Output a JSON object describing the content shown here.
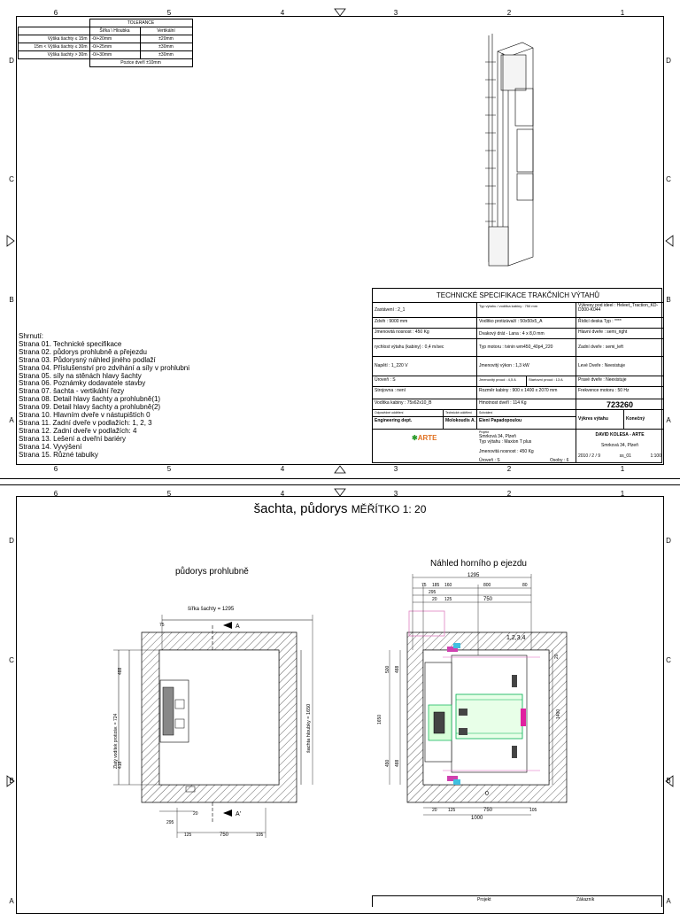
{
  "sheet1": {
    "columns": [
      "6",
      "5",
      "4",
      "3",
      "2",
      "1"
    ],
    "rows": [
      "D",
      "C",
      "B",
      "A"
    ],
    "tolerance": {
      "title": "TOLERANCE",
      "headers": [
        "",
        "Šířka \\ Hloubka",
        "Vertikální"
      ],
      "rows": [
        [
          "Výška šachty ≤ 15m",
          "-0/+20mm",
          "±20mm"
        ],
        [
          "15m < Výška šachty ≤ 30m",
          "-0/+25mm",
          "±30mm"
        ],
        [
          "Výška šachty > 30m",
          "-0/+30mm",
          "±30mm"
        ]
      ],
      "footer": "Pozice dveří ±10mm"
    },
    "summary_title": "Shrnutí:",
    "summary": [
      "Strana 01.  Technické specifikace",
      "Strana 02.  půdorys prohlubně a přejezdu",
      "Strana 03.  Půdorysný náhled jiného podlaží",
      "Strana 04.  Příslušenství pro zdvihání a síly v prohlubni",
      "Strana 05.  síly na stěnách hlavy šachty",
      "Strana 06.  Poznámky dodavatele stavby",
      "Strana 07.  šachta - vertikální řezy",
      "Strana 08.  Detail hlavy šachty a prohlubně(1)",
      "Strana 09.  Detail hlavy šachty a prohlubně(2)",
      "Strana 10.  Hlavním dveře v nástupištích 0",
      "Strana 11.  Zadní dveře v podlažích: 1, 2, 3",
      "Strana 12.  Zadní dveře v podlažích: 4",
      "Strana 13.  Lešení a dveřní bariéry",
      "Strana 14.  Vyvýšení",
      "Strana 15.  Různé tabulky"
    ],
    "spec": {
      "title": "TECHNICKÉ SPECIFIKACE TRAKČNÍCH VÝTAHŮ",
      "col1": [
        "Zastávení : 2_1",
        "Zdvih : 9000 mm",
        "Jmenovitá nosnost : 450 Kg",
        "rychlost výtahu (kabiny) : 0,4 m/sec",
        "Napětí : 1_220 V",
        "Úroveň : S",
        "Strojovna : není",
        "Vodítka kabiny : 75x62x10_B"
      ],
      "col2": [
        "Vodítko protizávaží : 50x50x5_A",
        "Dvakový drát - Lana : 4 x 8,0 mm",
        "Typ motoru : tvinin wm450_40p4_220",
        "Jmenovitý výkon : 1,3 kW",
        "Jmenovitý proud : 4,5 A",
        "Rozměr kabiny : 900 x 1400 x 2070 mm",
        "Hmotnost dveří : 114 Kg"
      ],
      "col2_top": "Typ výtahu / vodítka kabiny : 750 mm",
      "col2_start": "Startovní proud : 13 A",
      "col3_top": "Výkresy pod ideel : Heleet_Traction_KD-D300-K044",
      "col3": [
        "Řídicí deska Typ : ****",
        "Hlavní dveře : semi_right",
        "Zadní dveře : semi_left",
        "Levé Dveře : Neexistuje",
        "Pravé dveře : Neexistuje",
        "Frekvence motoru : 50 Hz"
      ],
      "drawing_number": "723260",
      "dept_labels": [
        "Odpovědné oddělení",
        "Technické oddělení",
        "Schválení"
      ],
      "dept_values": [
        "Engineering dept.",
        "Molokoudis A.",
        "Eleni Papadopoulou"
      ],
      "project_label": "Projekt",
      "client": "DAVID KOLESA - ARTE",
      "drawing_type": "Výkres výtahu",
      "status": "Konečný",
      "address": "Smrková 34, Plzeň",
      "address2": "Smrková 34, Plzeň",
      "lift_type": "Typ výtahu : Maxion T plus",
      "load": "Jmenovitá nosnost : 450 Kg",
      "level": "Úroveň : S",
      "persons": "Osoby : 6",
      "date": "2010 / 2 / 9",
      "sheet_no": "ss_01",
      "scale": "1:100"
    },
    "logo": "ARTE"
  },
  "sheet2": {
    "title": "šachta, půdorys",
    "scale": "MĚŘÍTKO 1: 20",
    "left_view_title": "půdorys prohlubně",
    "right_view_title": "Náhled horního p ejezdu",
    "left_dims": {
      "shaft_width": "šířka šachty = 1295",
      "shaft_depth": "šachta hloubky = 1650",
      "guide_label": "Zlatý vodítek protizáv. = 724",
      "cut_a": "A",
      "cut_a2": "A'",
      "d75": "75",
      "d20": "20",
      "d295": "295",
      "d125": "125",
      "d750": "750",
      "d105": "105",
      "d488": "488",
      "d418": "418"
    },
    "right_dims": {
      "top_total": "1295",
      "top_parts": [
        "75",
        "185",
        "160",
        "800",
        "80"
      ],
      "top_sub": [
        "295",
        "20",
        "125",
        "750"
      ],
      "floors": "1,2,3,4",
      "zero": "0",
      "bottom": [
        "20",
        "125",
        "750",
        "105"
      ],
      "bottom_total": "1000",
      "left_v": [
        "500",
        "488",
        "1650",
        "488",
        "490"
      ],
      "right_v": [
        "1400"
      ],
      "d20": "20"
    },
    "bottom_box": {
      "project_label": "Projekt",
      "client_label": "Zákazník"
    }
  }
}
